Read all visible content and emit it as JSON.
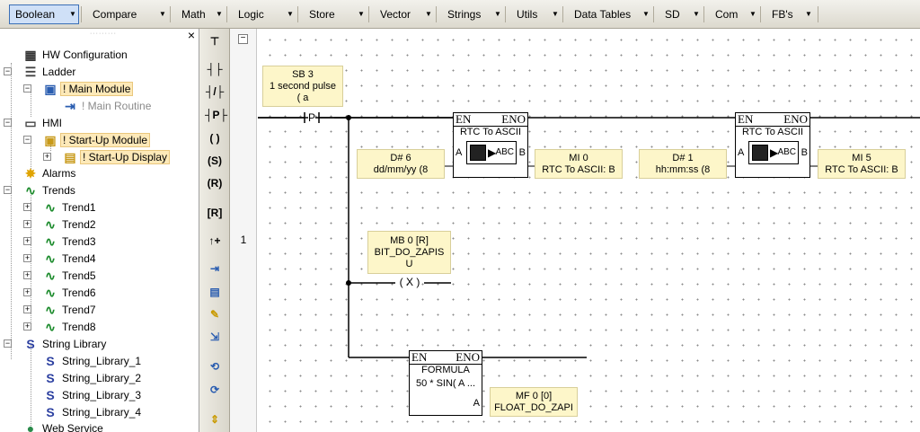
{
  "toolbar": {
    "menus": [
      {
        "label": "Boolean"
      },
      {
        "label": "Compare"
      },
      {
        "label": "Math"
      },
      {
        "label": "Logic"
      },
      {
        "label": "Store"
      },
      {
        "label": "Vector"
      },
      {
        "label": "Strings"
      },
      {
        "label": "Utils"
      },
      {
        "label": "Data Tables"
      },
      {
        "label": "SD"
      },
      {
        "label": "Com"
      },
      {
        "label": "FB's"
      }
    ]
  },
  "tree": {
    "close_label": "×",
    "items": [
      {
        "label": "HW Configuration",
        "icon": "hw-config-icon"
      },
      {
        "label": "Ladder",
        "icon": "ladder-icon"
      },
      {
        "label": "! Main Module",
        "icon": "module-icon"
      },
      {
        "label": "! Main Routine",
        "icon": "routine-icon"
      },
      {
        "label": "HMI",
        "icon": "hmi-icon"
      },
      {
        "label": "! Start-Up Module",
        "icon": "hmi-module-icon"
      },
      {
        "label": "! Start-Up Display",
        "icon": "display-icon"
      },
      {
        "label": "Alarms",
        "icon": "alarms-icon"
      },
      {
        "label": "Trends",
        "icon": "trends-icon"
      },
      {
        "label": "Trend1",
        "icon": "trend-icon"
      },
      {
        "label": "Trend2",
        "icon": "trend-icon"
      },
      {
        "label": "Trend3",
        "icon": "trend-icon"
      },
      {
        "label": "Trend4",
        "icon": "trend-icon"
      },
      {
        "label": "Trend5",
        "icon": "trend-icon"
      },
      {
        "label": "Trend6",
        "icon": "trend-icon"
      },
      {
        "label": "Trend7",
        "icon": "trend-icon"
      },
      {
        "label": "Trend8",
        "icon": "trend-icon"
      },
      {
        "label": "String Library",
        "icon": "string-library-icon"
      },
      {
        "label": "String_Library_1",
        "icon": "string-library-icon"
      },
      {
        "label": "String_Library_2",
        "icon": "string-library-icon"
      },
      {
        "label": "String_Library_3",
        "icon": "string-library-icon"
      },
      {
        "label": "String_Library_4",
        "icon": "string-library-icon"
      },
      {
        "label": "Web Service",
        "icon": "web-service-icon"
      }
    ]
  },
  "vtools": [
    {
      "glyph": "⊤",
      "icon": "rung-select-icon"
    },
    {
      "glyph": "┤├",
      "icon": "contact-no-icon"
    },
    {
      "glyph": "┤/├",
      "icon": "contact-nc-icon"
    },
    {
      "glyph": "┤P├",
      "icon": "contact-positive-icon"
    },
    {
      "glyph": "( )",
      "icon": "coil-icon"
    },
    {
      "glyph": "(S)",
      "icon": "coil-set-icon"
    },
    {
      "glyph": "(R)",
      "icon": "coil-reset-icon"
    },
    {
      "glyph": "[R]",
      "icon": "reset-block-icon"
    },
    {
      "glyph": "↑+",
      "icon": "increment-icon"
    },
    {
      "glyph": "⇥",
      "icon": "jump-icon"
    },
    {
      "glyph": "▤",
      "icon": "table-icon"
    },
    {
      "glyph": "✎",
      "icon": "comment-icon"
    },
    {
      "glyph": "⇲",
      "icon": "call-icon"
    },
    {
      "glyph": "⟲",
      "icon": "loop-icon"
    },
    {
      "glyph": "⟳",
      "icon": "subroutine-icon"
    },
    {
      "glyph": "⇕",
      "icon": "resize-icon"
    }
  ],
  "editor": {
    "rung_number": "1",
    "collapse": "−",
    "contact": {
      "operand": "SB 3",
      "description": "1 second pulse",
      "suffix": "( a",
      "symbol": "P"
    },
    "rtc1": {
      "en": "EN",
      "eno": "ENO",
      "title": "RTC To ASCII",
      "pin_a": "A",
      "pin_b": "B",
      "input": [
        "D# 6",
        "dd/mm/yy (8"
      ],
      "output": [
        "MI 0",
        "RTC To ASCII: B"
      ]
    },
    "rtc2": {
      "en": "EN",
      "eno": "ENO",
      "title": "RTC To ASCII",
      "pin_a": "A",
      "pin_b": "B",
      "input": [
        "D# 1",
        "hh:mm:ss (8"
      ],
      "output": [
        "MI 5",
        "RTC To ASCII: B"
      ]
    },
    "coil": {
      "operand": "MB 0 [R]",
      "name": "BIT_DO_ZAPIS",
      "flag": "U",
      "symbol": "X"
    },
    "formula": {
      "en": "EN",
      "eno": "ENO",
      "title": "FORMULA",
      "expr": "50 * SIN( A ...",
      "pin_a": "A",
      "output": [
        "MF 0 [0]",
        "FLOAT_DO_ZAPI"
      ]
    }
  }
}
